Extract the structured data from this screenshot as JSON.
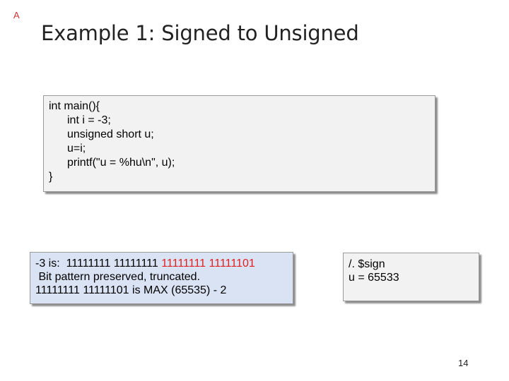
{
  "slide": {
    "corner_mark": "A",
    "title": "Example 1: Signed to Unsigned",
    "page_number": "14"
  },
  "code_block": {
    "lines": [
      "int main(){",
      "int i = -3;",
      "unsigned short u;",
      "u=i;",
      "printf(\"u = %hu\\n\", u);",
      "}"
    ]
  },
  "explanation": {
    "line1_prefix": "-3 is:  11111111 11111111 ",
    "line1_highlight": "11111111 11111101",
    "line2": " Bit pattern preserved, truncated.",
    "line3": "11111111 11111101 is MAX (65535) - 2"
  },
  "output": {
    "lines": [
      "/. $sign",
      "u = 65533"
    ]
  },
  "colors": {
    "code_bg": "#f2f2f2",
    "explain_bg": "#dae3f3",
    "highlight": "#e02020"
  }
}
